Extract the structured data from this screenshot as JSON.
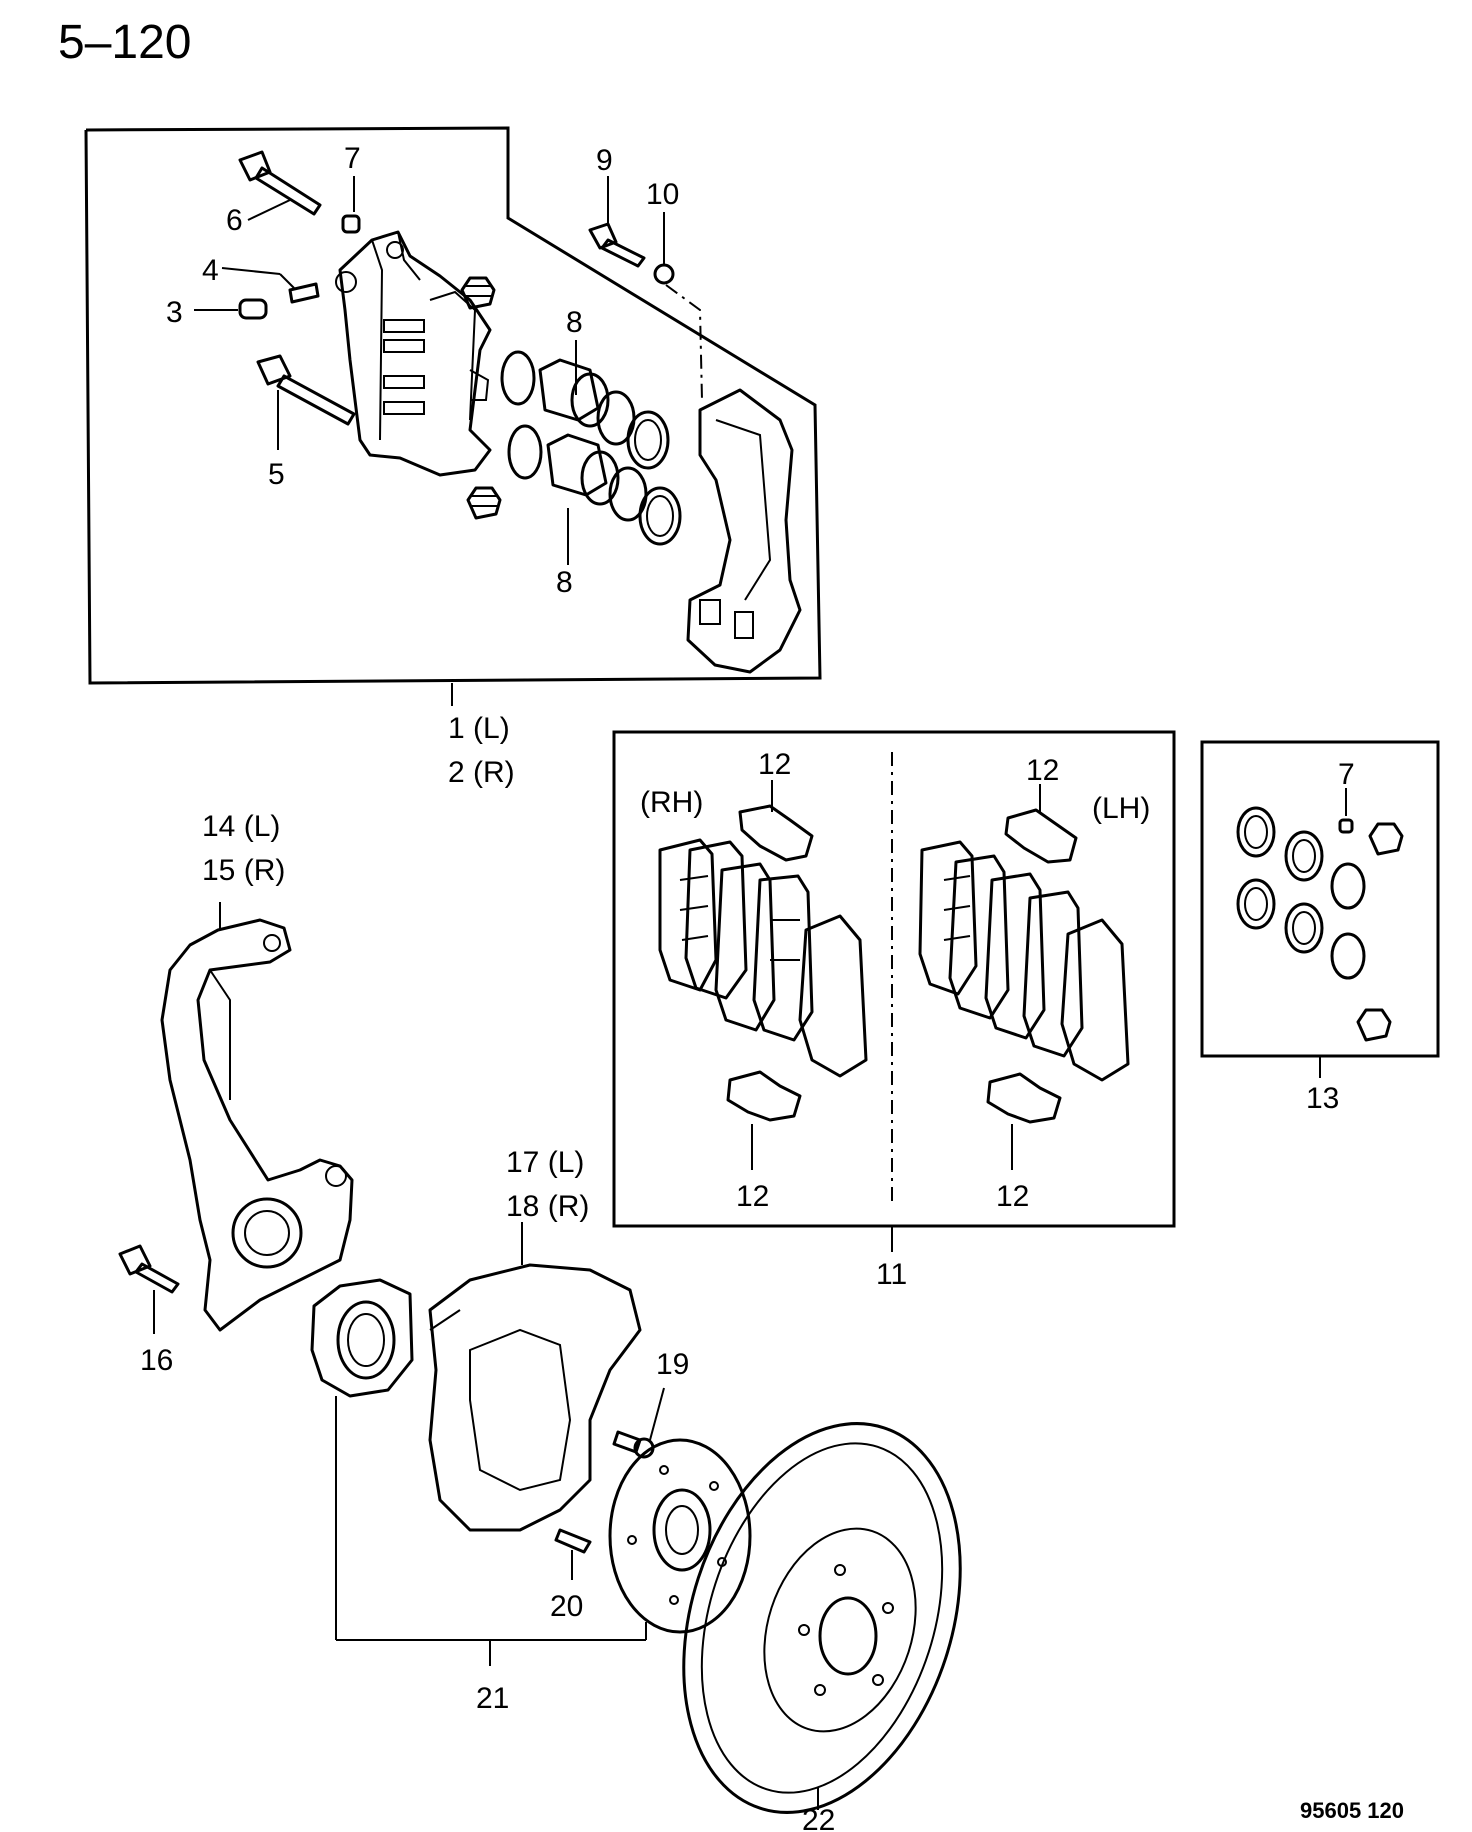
{
  "page_number": "5–120",
  "footer_code": "95605  120",
  "callouts": {
    "c1": "1 (L)",
    "c2": "2 (R)",
    "c3": "3",
    "c4": "4",
    "c5": "5",
    "c6": "6",
    "c7a": "7",
    "c7b": "7",
    "c8a": "8",
    "c8b": "8",
    "c9": "9",
    "c10": "10",
    "c11": "11",
    "c12a": "12",
    "c12b": "12",
    "c12c": "12",
    "c12d": "12",
    "c13": "13",
    "c14": "14 (L)",
    "c15": "15 (R)",
    "c16": "16",
    "c17": "17 (L)",
    "c18": "18 (R)",
    "c19": "19",
    "c20": "20",
    "c21": "21",
    "c22": "22"
  },
  "side_labels": {
    "rh": "(RH)",
    "lh": "(LH)"
  }
}
